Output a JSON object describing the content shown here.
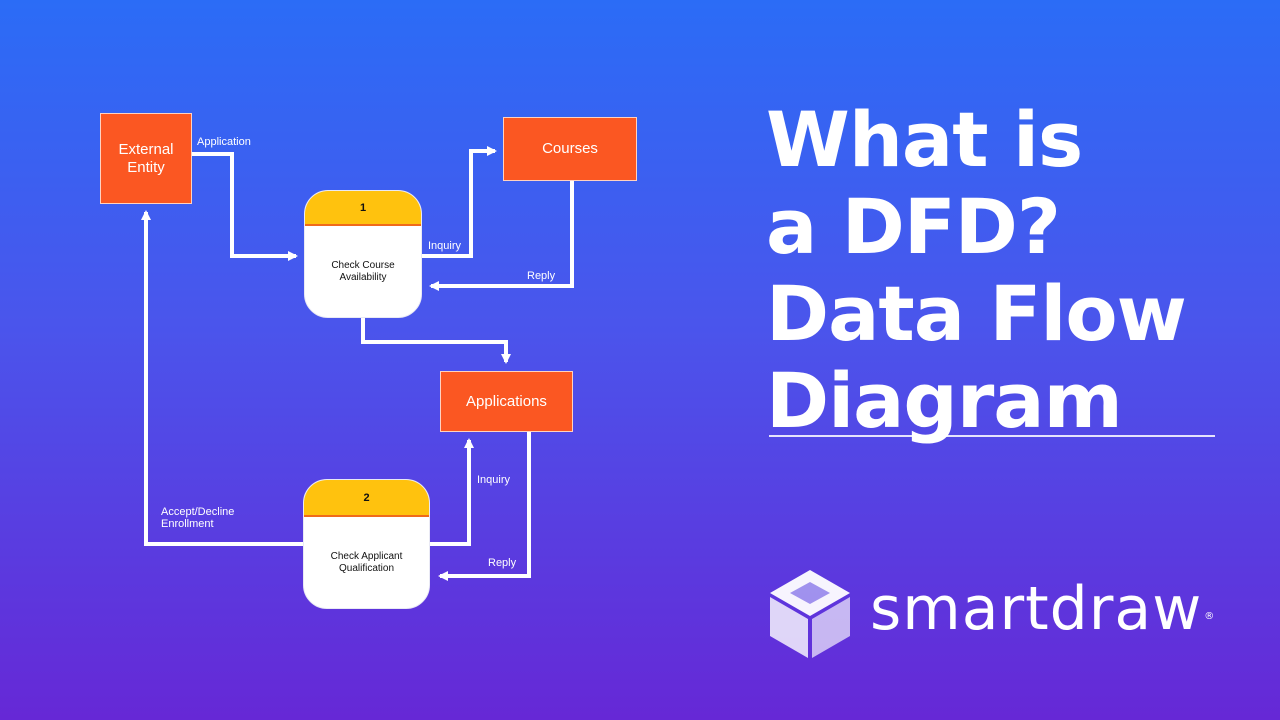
{
  "diagram": {
    "external_entity": "External\nEntity",
    "courses": "Courses",
    "applications": "Applications",
    "process1": {
      "number": "1",
      "label": "Check Course\nAvailability"
    },
    "process2": {
      "number": "2",
      "label": "Check Applicant\nQualification"
    },
    "flows": {
      "application": "Application",
      "inquiry1": "Inquiry",
      "reply1": "Reply",
      "inquiry2": "Inquiry",
      "reply2": "Reply",
      "accept_decline": "Accept/Decline\nEnrollment"
    }
  },
  "headline": {
    "line1": "What is",
    "line2": "a DFD?",
    "line3": "Data Flow",
    "line4": "Diagram"
  },
  "brand": {
    "name": "smartdraw",
    "mark": "®"
  },
  "colors": {
    "entity": "#fb5722",
    "process_header": "#ffc20e",
    "arrow": "#ffffff",
    "bg_top": "#2b6cf6",
    "bg_bottom": "#6628d6"
  }
}
